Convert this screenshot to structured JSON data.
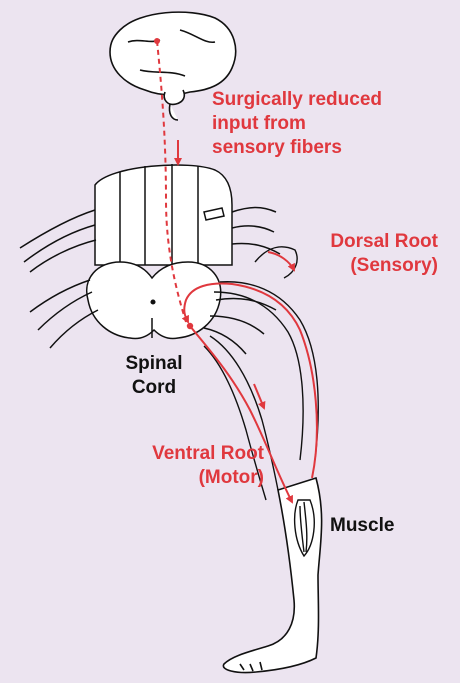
{
  "labels": {
    "surgical_note": [
      "Surgically reduced",
      "input from",
      "sensory fibers"
    ],
    "dorsal_root": [
      "Dorsal Root",
      "(Sensory)"
    ],
    "spinal_cord": [
      "Spinal",
      "Cord"
    ],
    "ventral_root": [
      "Ventral Root",
      "(Motor)"
    ],
    "muscle": "Muscle"
  },
  "colors": {
    "background": "#ece4f0",
    "pathway": "#e0383e",
    "ink": "#111111"
  }
}
